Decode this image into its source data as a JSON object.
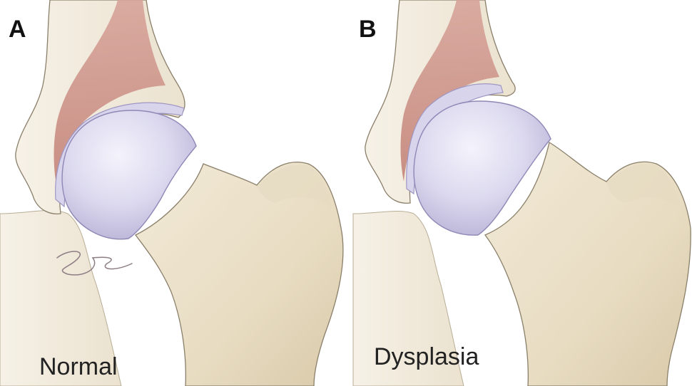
{
  "panels": [
    {
      "letter": "A",
      "caption": "Normal"
    },
    {
      "letter": "B",
      "caption": "Dysplasia"
    }
  ],
  "colors": {
    "background": "#ffffff",
    "bone": "#ece3cf",
    "bone_shadow": "#d9ccb0",
    "pelvis_pale": "#f2ece0",
    "marrow": "#c98f86",
    "cartilage": "#d4d0e8",
    "femoral_head": "#dcdaf0",
    "outline": "#8a7f6a"
  },
  "icons": {
    "signature": "artist-signature"
  }
}
